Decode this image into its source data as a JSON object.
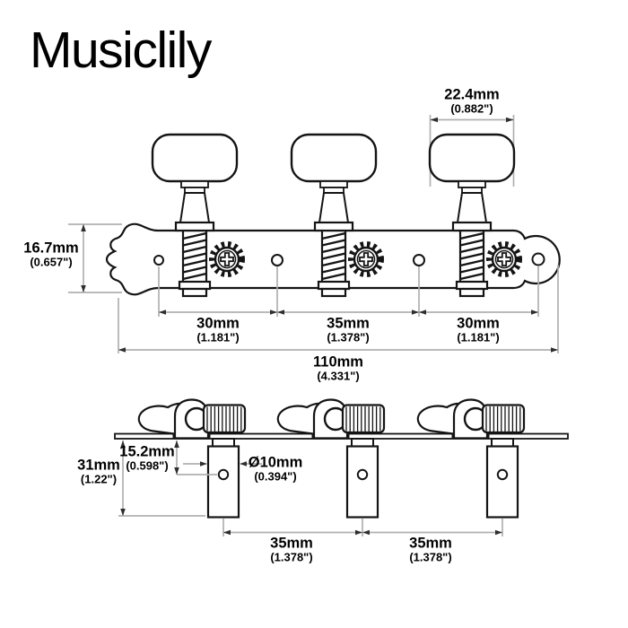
{
  "brand": {
    "name": "Musiclily"
  },
  "colors": {
    "background": "#ffffff",
    "outline": "#141414",
    "dimension_line": "#b0b0b0",
    "arrowhead": "#2e2e2e",
    "text": "#000000"
  },
  "top_view": {
    "description": "front view of 3-on-plate classical guitar tuning machines",
    "dims": {
      "button_width": {
        "mm": "22.4mm",
        "inch": "(0.882\")"
      },
      "plate_height": {
        "mm": "16.7mm",
        "inch": "(0.657\")"
      },
      "hole_spacing_left": {
        "mm": "30mm",
        "inch": "(1.181\")"
      },
      "hole_spacing_middle": {
        "mm": "35mm",
        "inch": "(1.378\")"
      },
      "hole_spacing_right": {
        "mm": "30mm",
        "inch": "(1.181\")"
      },
      "total_length": {
        "mm": "110mm",
        "inch": "(4.331\")"
      }
    }
  },
  "side_view": {
    "description": "side view showing string posts below the mounting plate",
    "dims": {
      "post_length": {
        "mm": "31mm",
        "inch": "(1.22\")"
      },
      "string_hole_height": {
        "mm": "15.2mm",
        "inch": "(0.598\")"
      },
      "post_diameter": {
        "mm": "Ø10mm",
        "inch": "(0.394\")"
      },
      "post_spacing_1": {
        "mm": "35mm",
        "inch": "(1.378\")"
      },
      "post_spacing_2": {
        "mm": "35mm",
        "inch": "(1.378\")"
      }
    }
  }
}
